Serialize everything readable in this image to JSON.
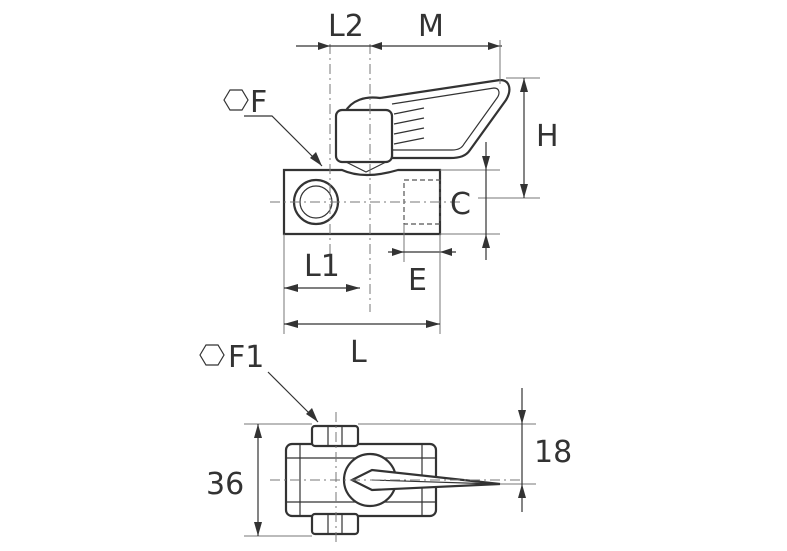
{
  "labels": {
    "L2": "L2",
    "M": "M",
    "F": "F",
    "H": "H",
    "C": "C",
    "L1": "L1",
    "E": "E",
    "L": "L",
    "F1": "F1",
    "dim36": "36",
    "dim18": "18"
  },
  "icons": {
    "hex_F": "hexagon-icon",
    "hex_F1": "hexagon-icon"
  }
}
